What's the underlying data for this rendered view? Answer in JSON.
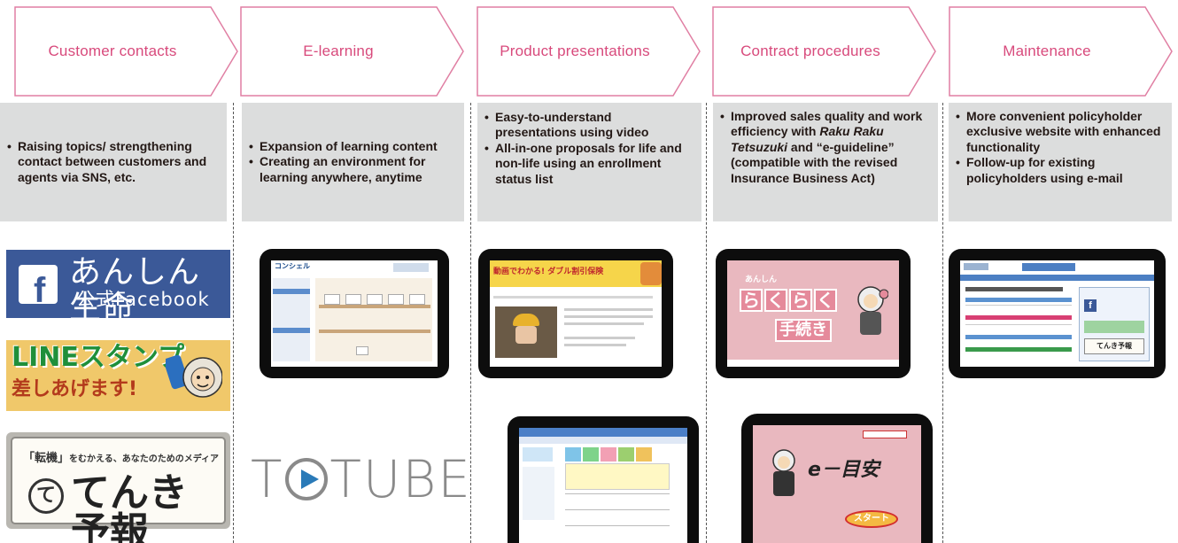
{
  "process_steps": [
    {
      "label": "Customer contacts"
    },
    {
      "label": "E-learning"
    },
    {
      "label": "Product presentations"
    },
    {
      "label": "Contract procedures"
    },
    {
      "label": "Maintenance"
    }
  ],
  "descriptions": {
    "customer_contacts": [
      "Raising topics/ strengthening contact between customers and agents via SNS, etc."
    ],
    "e_learning": [
      "Expansion of learning content",
      "Creating an environment for learning anywhere, anytime"
    ],
    "product_presentations": [
      "Easy-to-understand presentations using video",
      "All-in-one proposals for life and non-life using an enrollment status list"
    ],
    "contract_procedures": {
      "before_1": "Improved sales quality and work efficiency with ",
      "italic": "Raku Raku Tetsuzuki",
      "after_1": " and “e-guideline” (compatible with the revised Insurance Business Act)"
    },
    "maintenance": [
      "More convenient policyholder exclusive website with enhanced functionality",
      "Follow-up for existing policyholders using e-mail"
    ]
  },
  "banners": {
    "facebook": {
      "line1": "あんしん生命",
      "line2": "公式Facebook",
      "color": "#3b5998"
    },
    "line": {
      "line1": "LINEスタンプ",
      "line2": "差しあげます!"
    },
    "tenki": {
      "tagline_box": "「転機」",
      "tagline_rest": "をむかえる、あなたのためのメディア",
      "title": "てんき予報",
      "mark": "て"
    },
    "totube": {
      "text_pre": "T",
      "text_post": "TUBE"
    }
  },
  "screens": {
    "elearning_logo": "コンシェル",
    "video_title": "動画でわかる! ダブル割引保険",
    "raku_top": "あんしん",
    "raku_title": [
      "ら",
      "く",
      "ら",
      "く"
    ],
    "raku_sub": "手続き",
    "eguide_title": "e－目安",
    "eguide_button": "スタート",
    "tenki_small": "てんき予報"
  },
  "colors": {
    "accent": "#d84a7c",
    "grey_box": "#dcdddd"
  }
}
